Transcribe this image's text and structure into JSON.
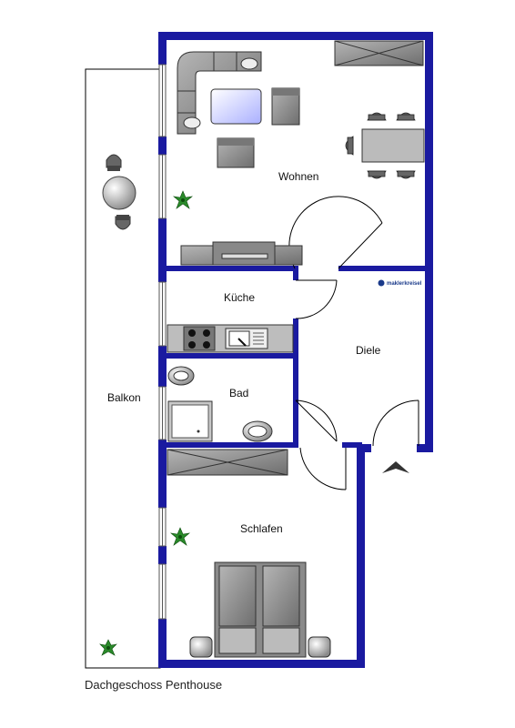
{
  "rooms": {
    "wohnen": "Wohnen",
    "kueche": "Küche",
    "diele": "Diele",
    "bad": "Bad",
    "schlafen": "Schlafen",
    "balkon": "Balkon"
  },
  "caption": "Dachgeschoss Penthouse",
  "brand": "maklerkreisel",
  "colors": {
    "wall": "#1a1aa0",
    "furniture": "#8a8a8a",
    "furniture_dark": "#555555",
    "glass": "#c8c8ff",
    "plant": "#2a8a2a"
  }
}
